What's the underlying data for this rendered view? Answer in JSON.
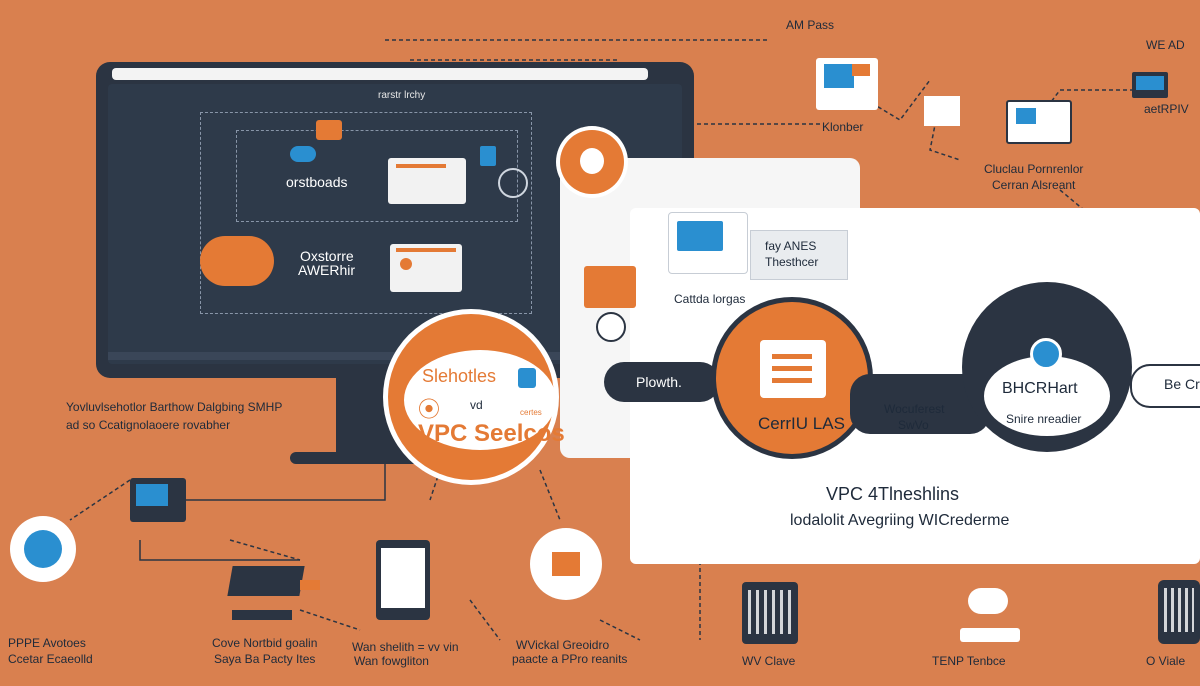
{
  "labels": {
    "top_am_pass": "AM Pass",
    "top_we_ad": "WE AD",
    "top_klonber": "Klonber",
    "top_aetrpiv": "aetRPIV",
    "top_cluclaui": "Cluclau Pornrenlor",
    "top_cerrani": "Cerran Alsreant",
    "screen_title": "rarstr lrchy",
    "screen_orstboads": "orstboads",
    "screen_oxstorre": "Oxstorre",
    "screen_awerhir": "AWERhir",
    "panel_fy_anes": "fay ANES",
    "panel_thesthcer": "Thesthcer",
    "panel_cattda": "Cattda lorgas",
    "left_line1": "Yovluvlsehotlor Barthow Dalgbing SMHP",
    "left_line2": "ad so Ccatignolaoere rovabher",
    "circle_top": "Slehotles",
    "circle_vpc": "VPC Seelcos",
    "circle_vd": "vd",
    "circle_small": "certes",
    "pill_plowth": "Plowth.",
    "orange_center": "CerrIU LAS",
    "pill_wocuferest": "Wocuferest",
    "pill_swvo": "SwVo",
    "dark_circle_title": "BHCRHart",
    "dark_circle_sub": "Snire nreadier",
    "pill_right": "Be Cr",
    "right_vpc": "VPC 4Tlneshlins",
    "right_local": "lodalolit Avegriing WICrederme",
    "bottom_pppe1": "PPPE Avotoes",
    "bottom_pppe2": "Ccetar Ecaeolld",
    "bottom_cove1": "Cove Nortbid goalin",
    "bottom_cove2": "Saya Ba Pacty Ites",
    "bottom_wan1": "Wan shelith = vv vin",
    "bottom_wan2": "Wan fowgliton",
    "bottom_wickal1": "WVickal Greoidro",
    "bottom_wickal2": "paacte a PPro reanits",
    "bottom_wv": "WV Clave",
    "bottom_tenp": "TENP Tenbce",
    "bottom_o": "O Viale"
  },
  "colors": {
    "background": "#d9804f",
    "navy": "#2b3442",
    "orange": "#e47a35",
    "white": "#ffffff",
    "blue": "#2a8fd0"
  }
}
